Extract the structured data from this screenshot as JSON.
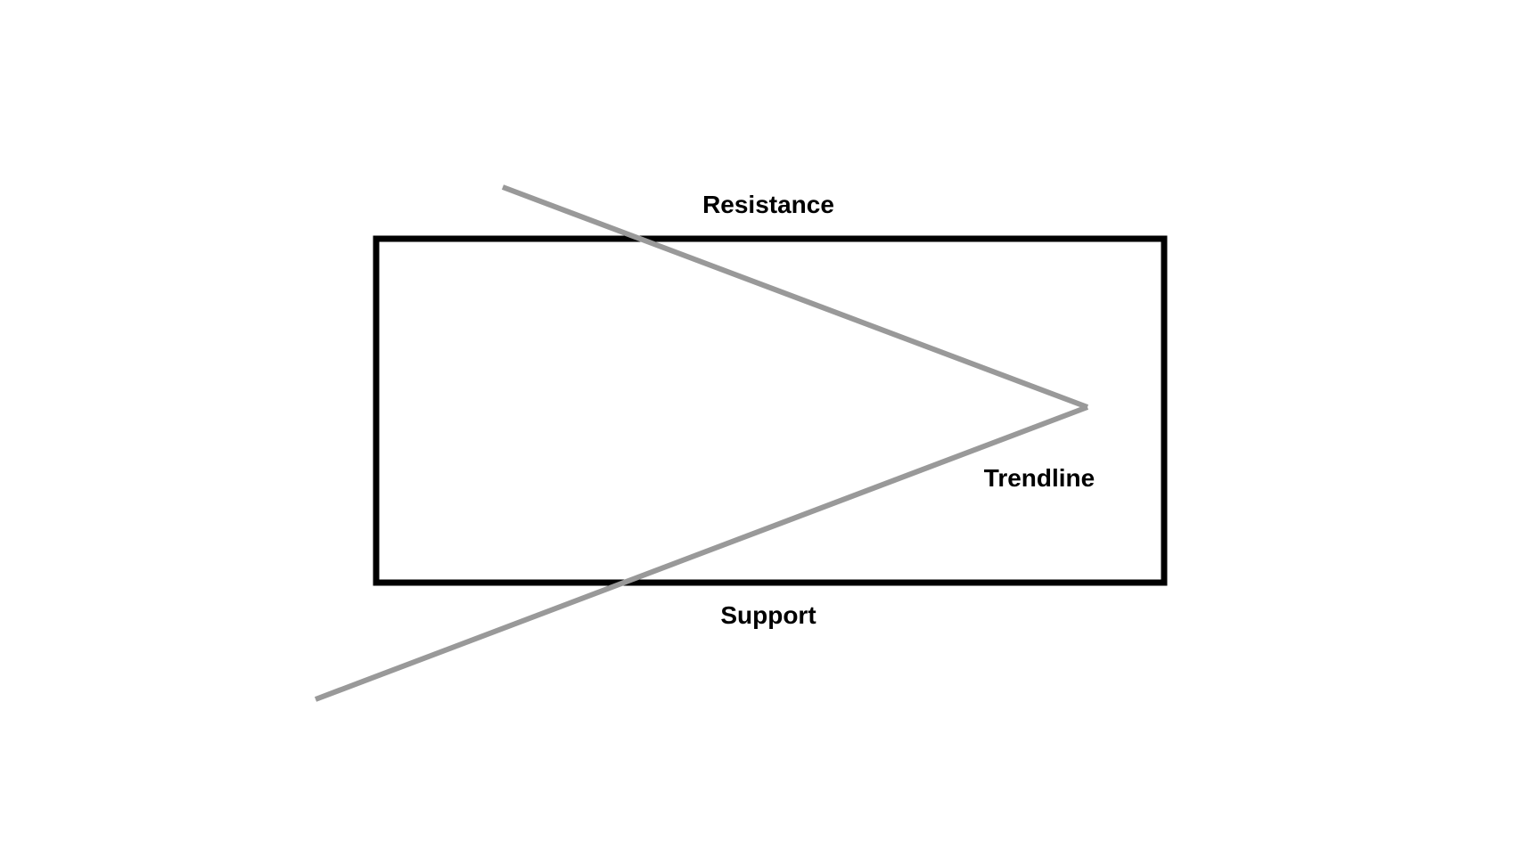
{
  "labels": {
    "resistance": "Resistance",
    "trendline": "Trendline",
    "support": "Support"
  },
  "colors": {
    "background": "#ffffff",
    "box_stroke": "#000000",
    "trend_lines": "#999999",
    "label_text": "#000000"
  }
}
